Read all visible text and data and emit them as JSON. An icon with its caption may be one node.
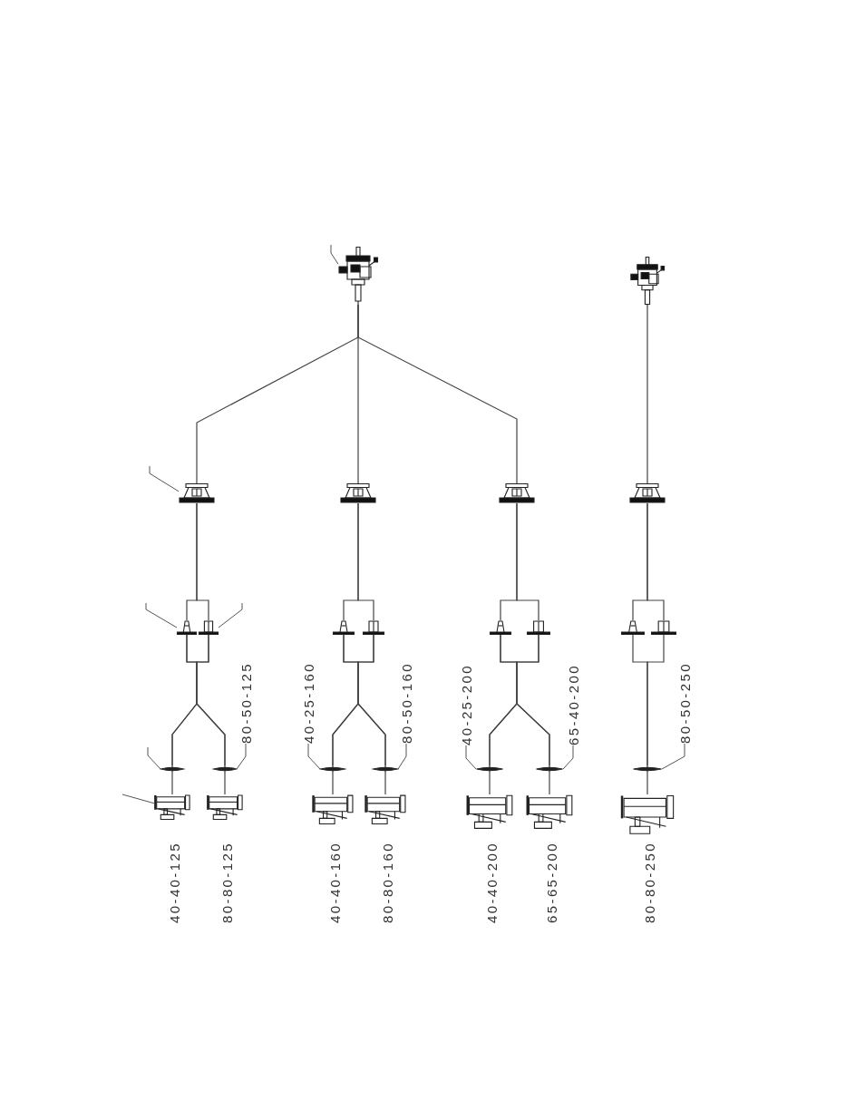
{
  "diagram": {
    "nodes": [
      {
        "text": [],
        "shape": "picture"
      },
      {
        "text": [],
        "shape": "picture"
      },
      {
        "text": [],
        "shape": "picture"
      },
      {
        "text": [],
        "shape": "picture"
      },
      {
        "text": [],
        "shape": "picture"
      },
      {
        "text": [],
        "shape": "picture"
      },
      {
        "text": [],
        "shape": "picture"
      },
      {
        "text": [],
        "shape": "picture"
      },
      {
        "text": [],
        "shape": "picture"
      },
      {
        "text": [],
        "shape": "picture"
      },
      {
        "text": [],
        "shape": "picture"
      },
      {
        "text": [],
        "shape": "picture"
      },
      {
        "text": [],
        "shape": "picture"
      },
      {
        "text": [],
        "shape": "picture"
      },
      {
        "text": [
          "80-50-125"
        ]
      },
      {
        "text": [
          "40-25-160"
        ]
      },
      {
        "text": [
          "80-50-160"
        ]
      },
      {
        "text": [
          "40-25-200"
        ]
      },
      {
        "text": [
          "65-40-200"
        ]
      },
      {
        "text": [
          "80-50-250"
        ]
      },
      {
        "text": [],
        "shape": "picture"
      },
      {
        "text": [],
        "shape": "picture"
      },
      {
        "text": [],
        "shape": "picture"
      },
      {
        "text": [],
        "shape": "picture"
      },
      {
        "text": [],
        "shape": "picture"
      },
      {
        "text": [],
        "shape": "picture"
      },
      {
        "text": [],
        "shape": "picture"
      },
      {
        "text": [],
        "shape": "picture",
        "beside": [
          "40-40-125"
        ]
      },
      {
        "text": [],
        "shape": "picture",
        "beside": [
          "80-80-125"
        ]
      },
      {
        "text": [],
        "shape": "picture",
        "beside": [
          "40-40-160"
        ]
      },
      {
        "text": [],
        "shape": "picture",
        "beside": [
          "80-80-160"
        ]
      },
      {
        "text": [],
        "shape": "picture",
        "beside": [
          "40-40-200"
        ]
      },
      {
        "text": [],
        "shape": "picture",
        "beside": [
          "65-65-200"
        ]
      },
      {
        "text": [],
        "shape": "picture",
        "beside": [
          "80-80-250"
        ]
      }
    ],
    "edges": [
      {
        "from": 0,
        "to": 2,
        "arrow": "none"
      },
      {
        "from": 0,
        "to": 3,
        "arrow": "none"
      },
      {
        "from": 0,
        "to": 4,
        "arrow": "none"
      },
      {
        "from": 1,
        "to": 5,
        "arrow": "none"
      },
      {
        "from": 2,
        "to": 6,
        "arrow": "none"
      },
      {
        "from": 2,
        "to": 7,
        "arrow": "none"
      },
      {
        "from": 3,
        "to": 8,
        "arrow": "none"
      },
      {
        "from": 3,
        "to": 9,
        "arrow": "none"
      },
      {
        "from": 4,
        "to": 10,
        "arrow": "none"
      },
      {
        "from": 4,
        "to": 11,
        "arrow": "none"
      },
      {
        "from": 5,
        "to": 12,
        "arrow": "none"
      },
      {
        "from": 5,
        "to": 13,
        "arrow": "none"
      },
      {
        "from": 6,
        "to": 20,
        "arrow": "none"
      },
      {
        "from": 6,
        "to": 21,
        "arrow": "none"
      },
      {
        "from": 7,
        "to": 20,
        "arrow": "none"
      },
      {
        "from": 7,
        "to": 21,
        "arrow": "none"
      },
      {
        "from": 8,
        "to": 22,
        "arrow": "none"
      },
      {
        "from": 8,
        "to": 23,
        "arrow": "none"
      },
      {
        "from": 9,
        "to": 22,
        "arrow": "none"
      },
      {
        "from": 9,
        "to": 23,
        "arrow": "none"
      },
      {
        "from": 10,
        "to": 24,
        "arrow": "none"
      },
      {
        "from": 10,
        "to": 25,
        "arrow": "none"
      },
      {
        "from": 11,
        "to": 24,
        "arrow": "none"
      },
      {
        "from": 11,
        "to": 25,
        "arrow": "none"
      },
      {
        "from": 12,
        "to": 26,
        "arrow": "none"
      },
      {
        "from": 13,
        "to": 26,
        "arrow": "none"
      },
      {
        "from": 20,
        "to": 27,
        "arrow": "none"
      },
      {
        "from": 21,
        "to": 28,
        "arrow": "none"
      },
      {
        "from": 22,
        "to": 29,
        "arrow": "none"
      },
      {
        "from": 23,
        "to": 30,
        "arrow": "none"
      },
      {
        "from": 24,
        "to": 31,
        "arrow": "none"
      },
      {
        "from": 25,
        "to": 32,
        "arrow": "none"
      },
      {
        "from": 26,
        "to": 33,
        "arrow": "none"
      },
      {
        "from": 14,
        "to": 21,
        "arrow": "none"
      },
      {
        "from": 15,
        "to": 22,
        "arrow": "none"
      },
      {
        "from": 16,
        "to": 23,
        "arrow": "none"
      },
      {
        "from": 17,
        "to": 24,
        "arrow": "none"
      },
      {
        "from": 18,
        "to": 25,
        "arrow": "none"
      },
      {
        "from": 19,
        "to": 26,
        "arrow": "none"
      },
      {
        "from": null,
        "to": 0,
        "arrow": "none"
      },
      {
        "from": null,
        "to": 2,
        "arrow": "none"
      },
      {
        "from": null,
        "to": 6,
        "arrow": "none"
      },
      {
        "from": null,
        "to": 7,
        "arrow": "none"
      },
      {
        "from": null,
        "to": 20,
        "arrow": "none"
      },
      {
        "from": null,
        "to": 27,
        "arrow": "none"
      }
    ]
  }
}
